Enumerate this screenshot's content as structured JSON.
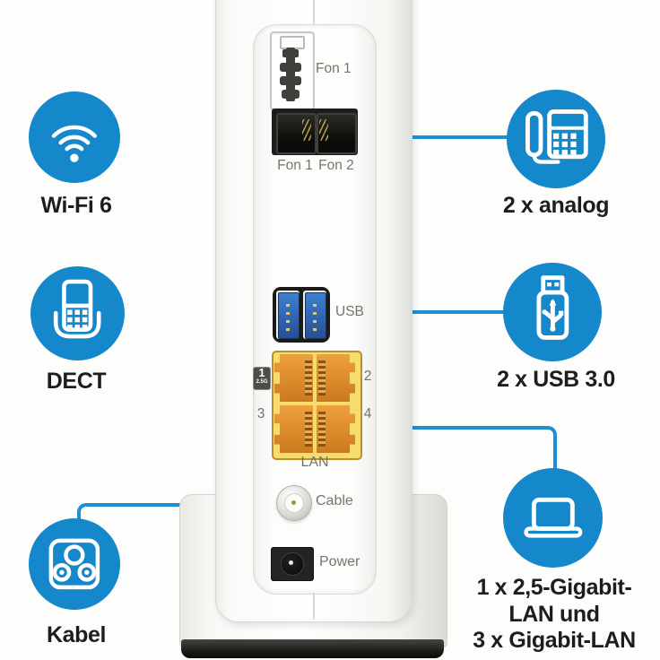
{
  "colors": {
    "accent_blue": "#1588CB",
    "line_blue": "#1E8FD5",
    "lan_bezel_yellow": "#F6DB6E",
    "lan_port_orange": "#E2902F",
    "usb_port_blue": "#3D7FD0"
  },
  "features_left": [
    {
      "id": "wifi",
      "icon": "wifi-icon",
      "label": "Wi-Fi 6"
    },
    {
      "id": "dect",
      "icon": "dect-phone-icon",
      "label": "DECT"
    },
    {
      "id": "kabel",
      "icon": "cable-socket-icon",
      "label": "Kabel"
    }
  ],
  "features_right": [
    {
      "id": "analog",
      "icon": "analog-phone-icon",
      "label": "2 x analog"
    },
    {
      "id": "usb",
      "icon": "usb-stick-icon",
      "label": "2 x USB 3.0"
    },
    {
      "id": "lan",
      "icon": "laptop-icon",
      "label_lines": [
        "1 x 2,5-Gigabit-",
        "LAN und",
        "3 x Gigabit-LAN"
      ]
    }
  ],
  "router": {
    "ports": {
      "tae_label": "Fon 1",
      "rj11_labels": [
        "Fon 1",
        "Fon 2"
      ],
      "usb_label": "USB",
      "lan_label": "LAN",
      "lan_badge": {
        "number": "1",
        "speed": "2.5G"
      },
      "lan_port_numbers": [
        "2",
        "3",
        "4"
      ],
      "cable_label": "Cable",
      "power_label": "Power"
    }
  }
}
